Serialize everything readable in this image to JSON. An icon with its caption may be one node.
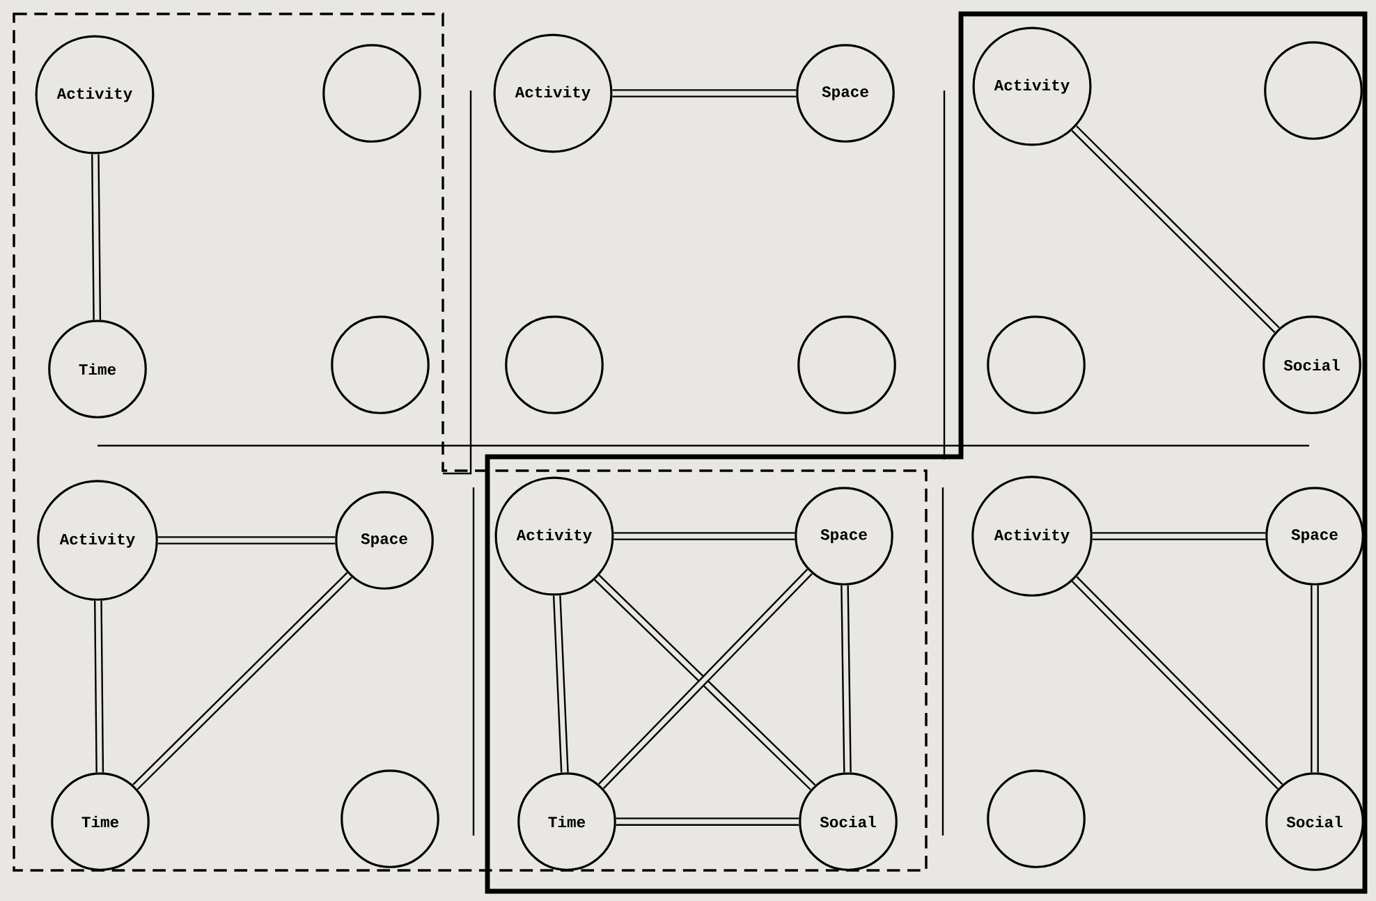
{
  "diagram": {
    "nodes": [
      {
        "text": [
          "Activity"
        ]
      },
      {
        "text": [],
        "shape": "circle"
      },
      {
        "text": [
          "Time"
        ]
      },
      {
        "text": [],
        "shape": "circle"
      },
      {
        "text": [
          "Activity"
        ]
      },
      {
        "text": [
          "Space"
        ]
      },
      {
        "text": [],
        "shape": "circle"
      },
      {
        "text": [],
        "shape": "circle"
      },
      {
        "text": [
          "Activity"
        ]
      },
      {
        "text": [],
        "shape": "circle"
      },
      {
        "text": [],
        "shape": "circle"
      },
      {
        "text": [
          "Social"
        ]
      },
      {
        "text": [
          "Activity"
        ]
      },
      {
        "text": [
          "Space"
        ]
      },
      {
        "text": [
          "Time"
        ]
      },
      {
        "text": [],
        "shape": "circle"
      },
      {
        "text": [
          "Activity"
        ]
      },
      {
        "text": [
          "Space"
        ]
      },
      {
        "text": [
          "Time"
        ]
      },
      {
        "text": [
          "Social"
        ]
      },
      {
        "text": [
          "Activity"
        ]
      },
      {
        "text": [
          "Space"
        ]
      },
      {
        "text": [],
        "shape": "circle"
      },
      {
        "text": [
          "Social"
        ]
      }
    ],
    "edges": [
      {
        "from": 0,
        "to": 2,
        "arrow": "none"
      },
      {
        "from": 4,
        "to": 5,
        "arrow": "none"
      },
      {
        "from": 8,
        "to": 11,
        "arrow": "none"
      },
      {
        "from": 12,
        "to": 13,
        "arrow": "none"
      },
      {
        "from": 12,
        "to": 14,
        "arrow": "none"
      },
      {
        "from": 13,
        "to": 14,
        "arrow": "none"
      },
      {
        "from": 16,
        "to": 17,
        "arrow": "none"
      },
      {
        "from": 16,
        "to": 18,
        "arrow": "none"
      },
      {
        "from": 16,
        "to": 19,
        "arrow": "none"
      },
      {
        "from": 17,
        "to": 18,
        "arrow": "none"
      },
      {
        "from": 17,
        "to": 19,
        "arrow": "none"
      },
      {
        "from": 18,
        "to": 19,
        "arrow": "none"
      },
      {
        "from": 20,
        "to": 21,
        "arrow": "none"
      },
      {
        "from": 20,
        "to": 23,
        "arrow": "none"
      },
      {
        "from": 21,
        "to": 23,
        "arrow": "none"
      }
    ]
  }
}
